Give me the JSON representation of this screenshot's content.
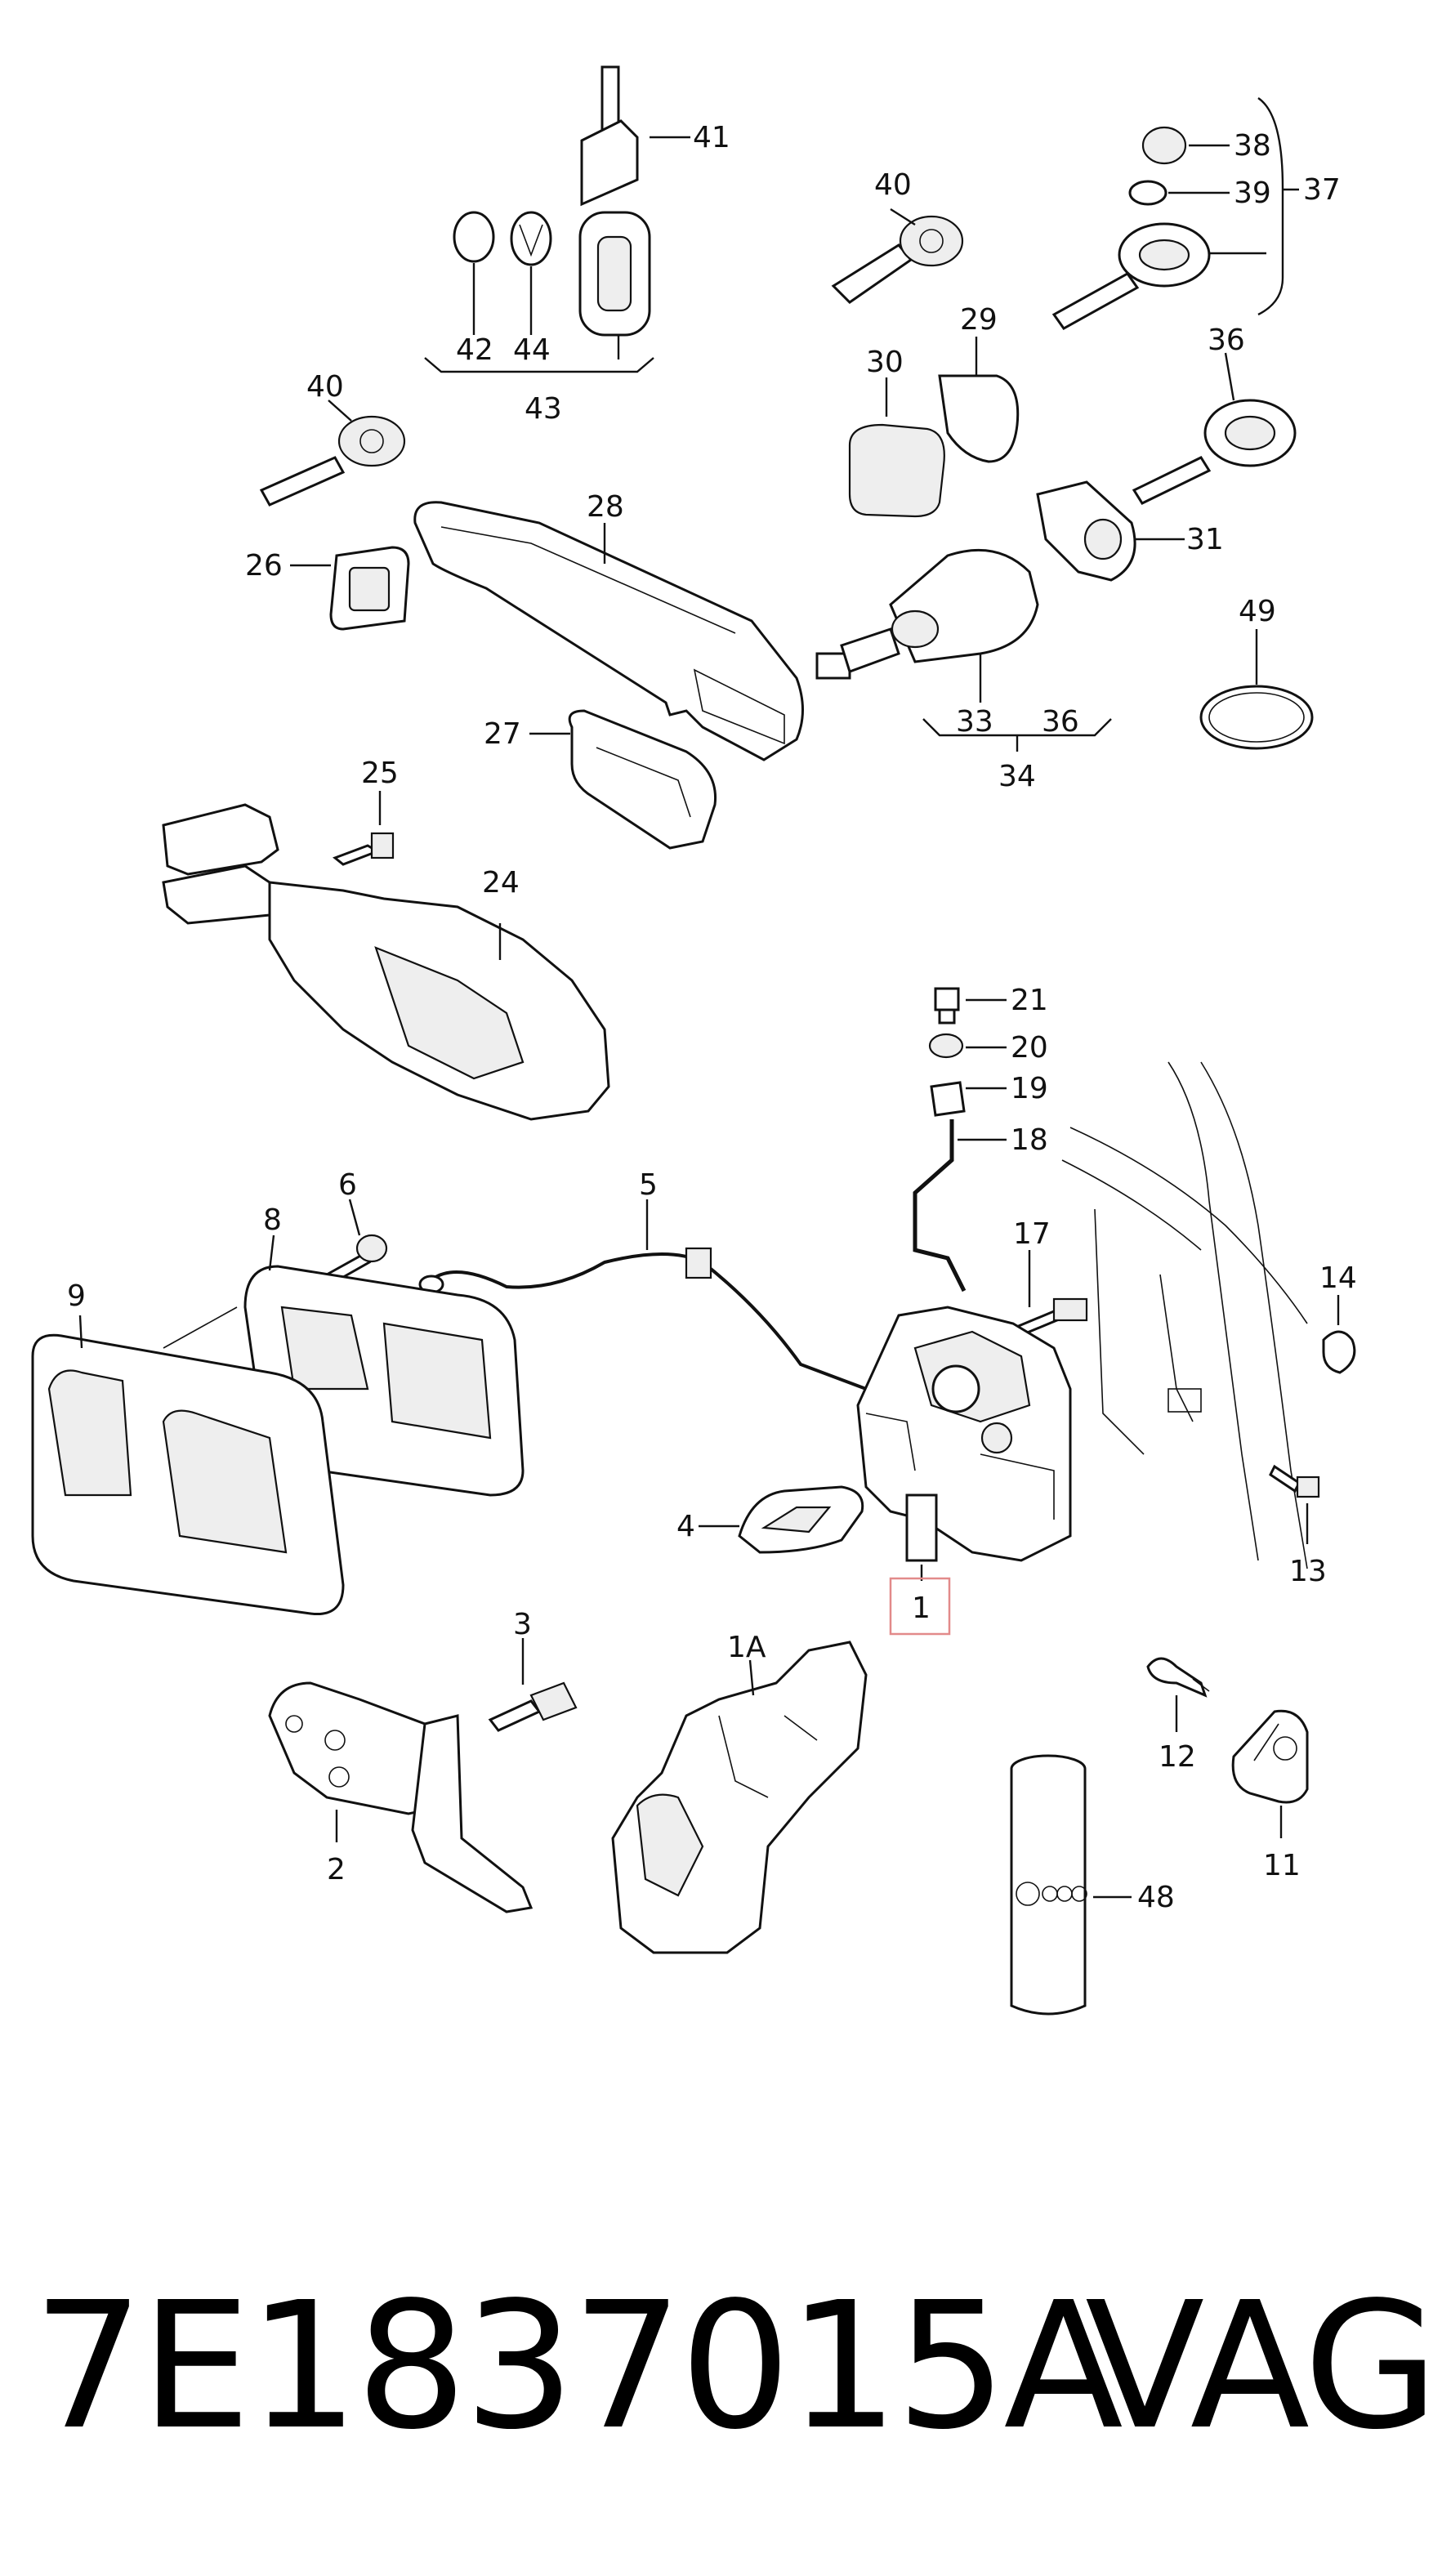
{
  "diagram": {
    "callouts": {
      "p41": "41",
      "p42": "42",
      "p44": "44",
      "p43": "43",
      "p40a": "40",
      "p40b": "40",
      "p38": "38",
      "p39": "39",
      "p37": "37",
      "p30": "30",
      "p29": "29",
      "p36a": "36",
      "p31": "31",
      "p26": "26",
      "p28": "28",
      "p49": "49",
      "p33": "33",
      "p36b": "36",
      "p34": "34",
      "p27": "27",
      "p25": "25",
      "p24": "24",
      "p21": "21",
      "p20": "20",
      "p19": "19",
      "p18": "18",
      "p17": "17",
      "p14": "14",
      "p13": "13",
      "p6": "6",
      "p8": "8",
      "p9": "9",
      "p5": "5",
      "p4": "4",
      "p1": "1",
      "p3": "3",
      "p1A": "1A",
      "p2": "2",
      "p12": "12",
      "p11": "11",
      "p48": "48"
    }
  },
  "footer": {
    "part_number": "7E1837015A",
    "brand": "VAG"
  }
}
